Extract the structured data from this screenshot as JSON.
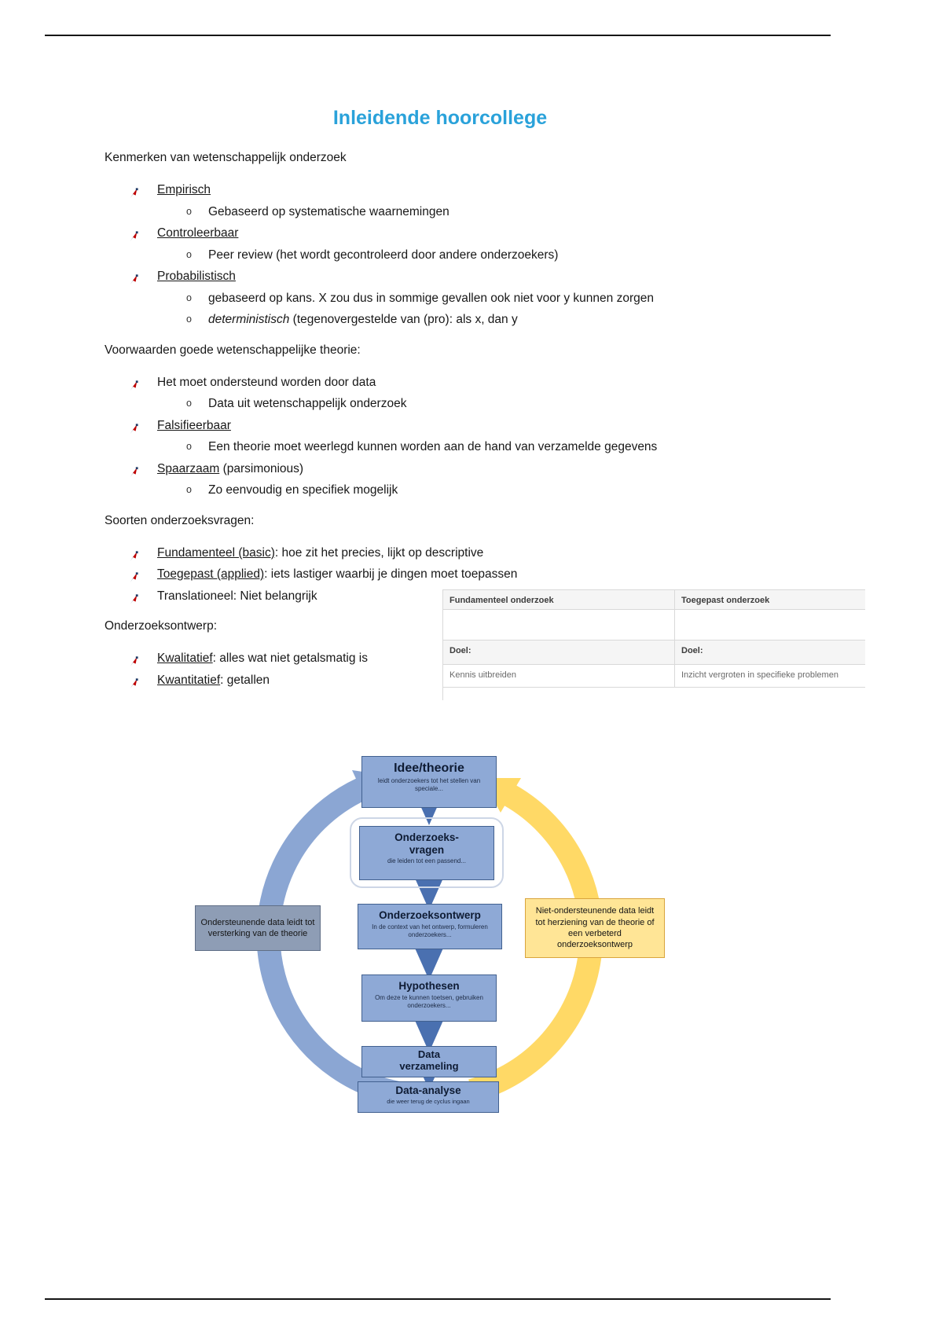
{
  "page": {
    "title": "Inleidende hoorcollege"
  },
  "accent": {
    "title_color": "#2aa2da"
  },
  "content": {
    "sub_marker": "o",
    "headings": {
      "h1": "Kenmerken van wetenschappelijk onderzoek",
      "h2": "Voorwaarden goede wetenschappelijke theorie:",
      "h3": "Soorten onderzoeksvragen:",
      "h4": "Onderzoeksontwerp:"
    },
    "bullets": [
      {
        "u": "Empirisch",
        "rest": ""
      },
      {
        "u": "Controleerbaar",
        "rest": ""
      },
      {
        "u": "Probabilistisch",
        "rest": ""
      },
      {
        "u": "",
        "rest": "Het moet ondersteund worden door data"
      },
      {
        "u": "Falsifieerbaar",
        "rest": ""
      },
      {
        "u": "Spaarzaam",
        "rest": " (parsimonious)"
      },
      {
        "u": "Fundamenteel (basic)",
        "rest": ": hoe zit het precies, lijkt op descriptive"
      },
      {
        "u": "Toegepast (applied)",
        "rest": ": iets lastiger waarbij je dingen moet toepassen"
      },
      {
        "u": "",
        "rest": "Translationeel: Niet belangrijk"
      },
      {
        "u": "Kwalitatief",
        "rest": ": alles wat niet getalsmatig is"
      },
      {
        "u": "Kwantitatief",
        "rest": ": getallen"
      }
    ],
    "subs": [
      {
        "i": "",
        "rest": "Gebaseerd op systematische waarnemingen"
      },
      {
        "i": "",
        "rest": "Peer review (het wordt gecontroleerd door andere onderzoekers)"
      },
      {
        "i": "",
        "rest": "gebaseerd op kans. X zou dus in sommige gevallen ook niet voor y kunnen zorgen"
      },
      {
        "i": "deterministisch",
        "rest": " (tegenovergestelde van (pro): als x, dan y"
      },
      {
        "i": "",
        "rest": "Data uit wetenschappelijk onderzoek"
      },
      {
        "i": "",
        "rest": "Een theorie moet weerlegd kunnen worden aan de hand van verzamelde gegevens"
      },
      {
        "i": "",
        "rest": "Zo eenvoudig en specifiek mogelijk"
      }
    ]
  },
  "table": {
    "headers": [
      "Fundamenteel onderzoek",
      "Toegepast onderzoek"
    ],
    "row_doel": [
      "Doel:",
      "Doel:"
    ],
    "row_values": [
      "Kennis uitbreiden",
      "Inzicht vergroten in specifieke problemen"
    ]
  },
  "diagram": {
    "nodes": {
      "idee": {
        "title": "Idee/theorie",
        "sub": "leidt onderzoekers tot het stellen van speciale..."
      },
      "vragen": {
        "title": "Onderzoeks-vragen",
        "sub": "die leiden tot een passend..."
      },
      "ontwerp": {
        "title": "Onderzoeksontwerp",
        "sub": "In de context van het ontwerp, formuleren onderzoekers..."
      },
      "hypothesen": {
        "title": "Hypothesen",
        "sub": "Om deze te kunnen toetsen, gebruiken onderzoekers..."
      },
      "dataverzameling": {
        "title": "Data verzameling",
        "sub": ""
      },
      "dataanalyse": {
        "title": "Data-analyse",
        "sub": "die weer terug de cyclus ingaan"
      }
    },
    "left_note": "Ondersteunende data leidt tot versterking van de theorie",
    "right_note": "Niet-ondersteunende data leidt tot herziening van de theorie of een verbeterd onderzoeksontwerp",
    "colors": {
      "node_fill": "#8ea9d6",
      "node_border": "#41608f",
      "blue_arrow": "#8ba6d3",
      "yellow_arrow": "#ffd966",
      "connector": "#4a70b0",
      "left_note_fill": "#8e9db5",
      "right_note_fill": "#ffe596"
    }
  }
}
